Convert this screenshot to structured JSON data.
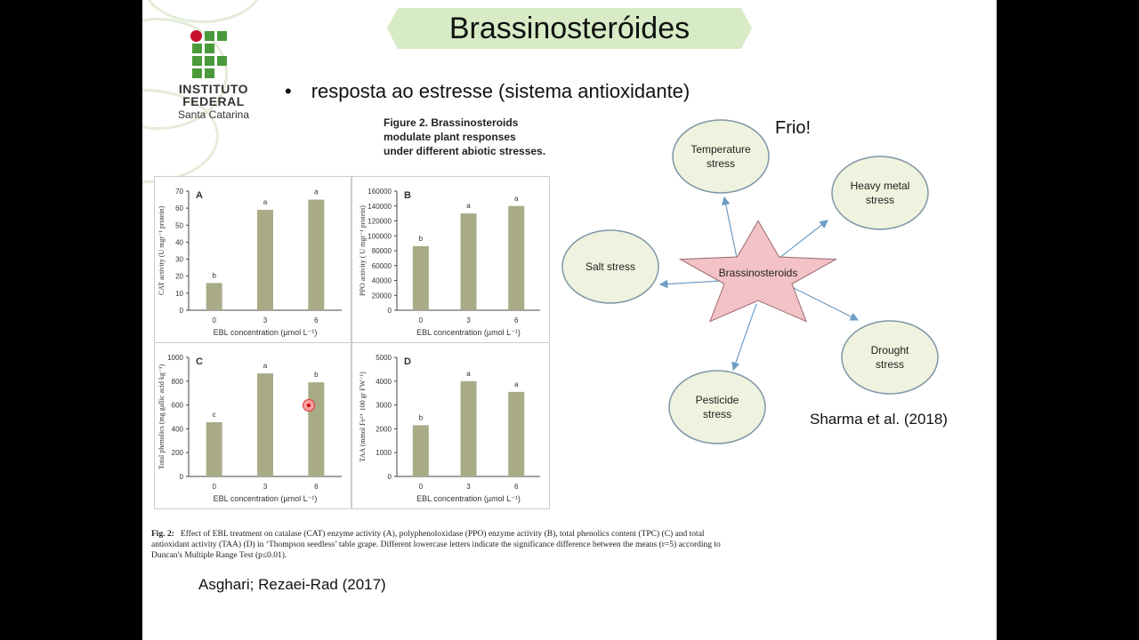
{
  "slide": {
    "title": "Brassinosteróides",
    "bullet": "resposta ao estresse (sistema antioxidante)",
    "logo": {
      "line1": "INSTITUTO",
      "line2": "FEDERAL",
      "line3": "Santa Catarina"
    },
    "figure_title": "Figure 2. Brassinosteroids\nmodulate plant responses\nunder different abiotic stresses.",
    "caption_fig": "Fig. 2:",
    "caption": "Effect of EBL treatment on catalase (CAT) enzyme activity (A), polyphenoloxidase (PPO) enzyme activity (B), total phenolics content (TPC) (C) and total antioxidant activity (TAA) (D) in ‘Thompson seedless’ table grape. Different lowercase letters indicate the significance difference between the means (r=5) according to Duncan's Multiple Range Test (p≤0.01).",
    "citation_left": "Asghari; Rezaei-Rad (2017)",
    "citation_right": "Sharma et al. (2018)",
    "frio": "Frio!"
  },
  "diagram": {
    "center": "Brassinosteroids",
    "nodes": [
      "Temperature stress",
      "Heavy metal stress",
      "Salt stress",
      "Drought stress",
      "Pesticide stress"
    ]
  },
  "colors": {
    "bar": "#a9ab87",
    "banner": "#d6ebc6",
    "star": "#f2c2c6",
    "ellipse": "#eef2de",
    "arrow": "#6e9cc4",
    "logo_green": "#4a9a3c",
    "logo_red": "#c8102e"
  },
  "chart_data": [
    {
      "type": "bar",
      "panel": "A",
      "categories": [
        "0",
        "3",
        "6"
      ],
      "values": [
        16,
        59,
        65
      ],
      "letters": [
        "b",
        "a",
        "a"
      ],
      "ylabel": "CAT activity (U mgr⁻¹ protein)",
      "xlabel": "EBL concentration (µmol L⁻¹)",
      "ylim": [
        0,
        70
      ],
      "yticks": [
        "0",
        "10",
        "20",
        "30",
        "40",
        "50",
        "60",
        "70"
      ]
    },
    {
      "type": "bar",
      "panel": "B",
      "categories": [
        "0",
        "3",
        "6"
      ],
      "values": [
        86000,
        130000,
        140000
      ],
      "letters": [
        "b",
        "a",
        "a"
      ],
      "ylabel": "PPO activity ( U mgr⁻¹ protein)",
      "xlabel": "EBL concentration (µmol L⁻¹)",
      "ylim": [
        0,
        160000
      ],
      "yticks": [
        "0",
        "20000",
        "40000",
        "60000",
        "80000",
        "100000",
        "120000",
        "140000",
        "160000"
      ]
    },
    {
      "type": "bar",
      "panel": "C",
      "categories": [
        "0",
        "3",
        "6"
      ],
      "values": [
        455,
        865,
        790
      ],
      "letters": [
        "c",
        "a",
        "b"
      ],
      "ylabel": "Total phenolics (mg gallic acid kg⁻¹)",
      "xlabel": "EBL concentration (µmol L⁻¹)",
      "ylim": [
        0,
        1000
      ],
      "yticks": [
        "0",
        "200",
        "400",
        "600",
        "800",
        "1000"
      ]
    },
    {
      "type": "bar",
      "panel": "D",
      "categories": [
        "0",
        "3",
        "6"
      ],
      "values": [
        2150,
        4000,
        3550
      ],
      "letters": [
        "b",
        "a",
        "a"
      ],
      "ylabel": "TAA (mmol Fe²⁺ 100 gr FW⁻¹)",
      "xlabel": "EBL concentration (µmol L⁻¹)",
      "ylim": [
        0,
        5000
      ],
      "yticks": [
        "0",
        "1000",
        "2000",
        "3000",
        "4000",
        "5000"
      ]
    }
  ]
}
